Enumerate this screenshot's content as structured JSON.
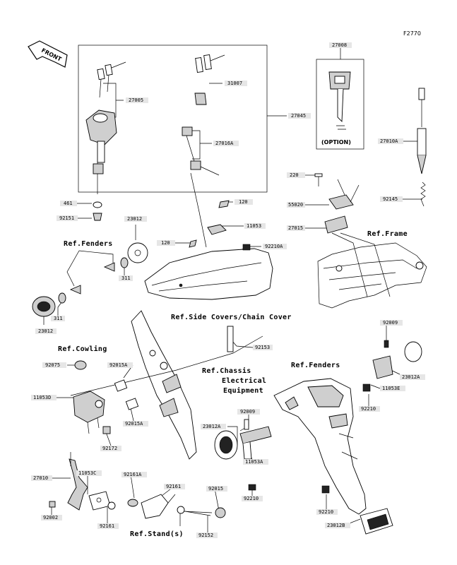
{
  "figure_id": "F2770",
  "front_label": "FRONT",
  "option_label": "(OPTION)",
  "part_labels": {
    "p27008": "27008",
    "p27005": "27005",
    "p31007": "31007",
    "p27045": "27045",
    "p27016A": "27016A",
    "p27010A": "27010A",
    "p220": "220",
    "p92145": "92145",
    "p55020": "55020",
    "p27015": "27015",
    "p461": "461",
    "p92151": "92151",
    "p120a": "120",
    "p11053": "11053",
    "p120b": "120",
    "p92210A": "92210A",
    "p23012": "23012",
    "p311a": "311",
    "p311b": "311",
    "p23012_2": "23012",
    "p92009": "92009",
    "p92153": "92153",
    "p23012A": "23012A",
    "p92075": "92075",
    "p92015A": "92015A",
    "p11053D": "11053D",
    "p92015A_2": "92015A",
    "p11053E": "11053E",
    "p92210": "92210",
    "p92172": "92172",
    "p92009_2": "92009",
    "p23012A_2": "23012A",
    "p11053A": "11053A",
    "p92210_2": "92210",
    "p27010": "27010",
    "p11053C": "11053C",
    "p92161A": "92161A",
    "p92161": "92161",
    "p92015": "92015",
    "p92002": "92002",
    "p92161_2": "92161",
    "p92152": "92152",
    "p92210_3": "92210",
    "p23012B": "23012B"
  },
  "refs": {
    "fenders_left": "Ref.Fenders",
    "frame": "Ref.Frame",
    "side_covers": "Ref.Side Covers/Chain Cover",
    "cowling": "Ref.Cowling",
    "chassis_1": "Ref.Chassis",
    "chassis_2": "Electrical",
    "chassis_3": "Equipment",
    "fenders_right": "Ref.Fenders",
    "stand": "Ref.Stand(s)"
  }
}
